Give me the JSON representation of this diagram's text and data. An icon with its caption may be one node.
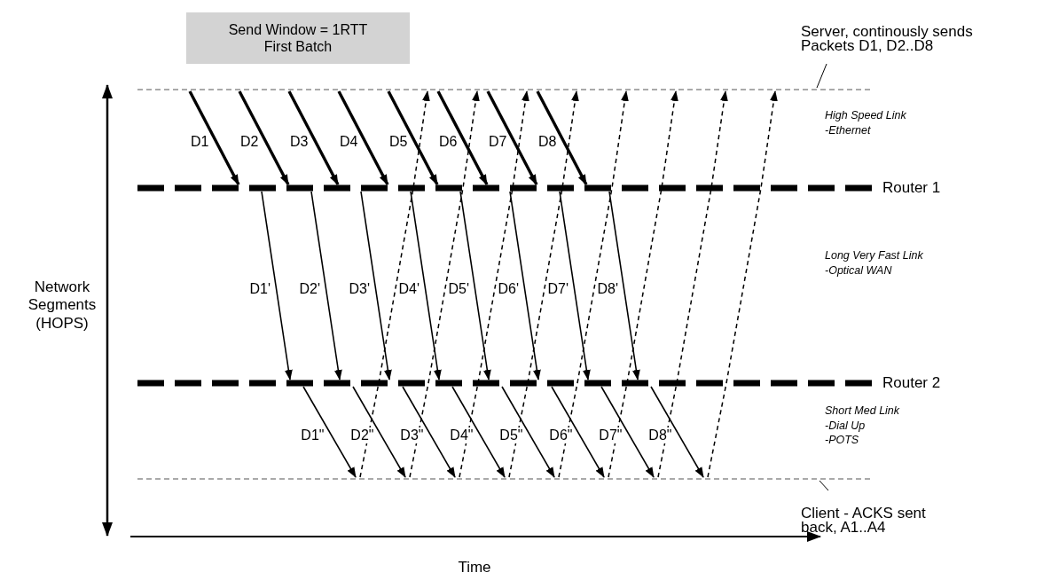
{
  "diagram": {
    "nodes": [
      {
        "text": [
          "Send Window = 1RTT",
          "First Batch"
        ]
      },
      {
        "text": [
          "Server, continously sends Packets D1, D2..D8"
        ]
      },
      {
        "text": [],
        "shape": "bar"
      },
      {
        "text": [],
        "shape": "bar",
        "beside": [
          "Router 1"
        ]
      },
      {
        "text": [],
        "shape": "bar",
        "beside": [
          "Router 2"
        ]
      },
      {
        "text": [],
        "shape": "bar"
      },
      {
        "text": [
          "Client - ACKS sent back, A1..A4"
        ]
      }
    ],
    "edges": [
      {
        "from": 1,
        "to": 2,
        "arrow": "none"
      },
      {
        "from": 6,
        "to": 5,
        "arrow": "none"
      },
      {
        "from": 2,
        "to": 3,
        "arrow": "to",
        "label": "D1",
        "style": "thick"
      },
      {
        "from": 2,
        "to": 3,
        "arrow": "to",
        "label": "D2",
        "style": "thick"
      },
      {
        "from": 2,
        "to": 3,
        "arrow": "to",
        "label": "D3",
        "style": "thick"
      },
      {
        "from": 2,
        "to": 3,
        "arrow": "to",
        "label": "D4",
        "style": "thick"
      },
      {
        "from": 2,
        "to": 3,
        "arrow": "to",
        "label": "D5",
        "style": "thick"
      },
      {
        "from": 2,
        "to": 3,
        "arrow": "to",
        "label": "D6",
        "style": "thick"
      },
      {
        "from": 2,
        "to": 3,
        "arrow": "to",
        "label": "D7",
        "style": "thick"
      },
      {
        "from": 2,
        "to": 3,
        "arrow": "to",
        "label": "D8",
        "style": "thick"
      },
      {
        "from": 3,
        "to": 4,
        "arrow": "to",
        "label": "D1'"
      },
      {
        "from": 3,
        "to": 4,
        "arrow": "to",
        "label": "D2'"
      },
      {
        "from": 3,
        "to": 4,
        "arrow": "to",
        "label": "D3'"
      },
      {
        "from": 3,
        "to": 4,
        "arrow": "to",
        "label": "D4'"
      },
      {
        "from": 3,
        "to": 4,
        "arrow": "to",
        "label": "D5'"
      },
      {
        "from": 3,
        "to": 4,
        "arrow": "to",
        "label": "D6'"
      },
      {
        "from": 3,
        "to": 4,
        "arrow": "to",
        "label": "D7'"
      },
      {
        "from": 3,
        "to": 4,
        "arrow": "to",
        "label": "D8'"
      },
      {
        "from": 4,
        "to": 5,
        "arrow": "to",
        "label": "D1\""
      },
      {
        "from": 4,
        "to": 5,
        "arrow": "to",
        "label": "D2\""
      },
      {
        "from": 4,
        "to": 5,
        "arrow": "to",
        "label": "D3\""
      },
      {
        "from": 4,
        "to": 5,
        "arrow": "to",
        "label": "D4\""
      },
      {
        "from": 4,
        "to": 5,
        "arrow": "to",
        "label": "D5\""
      },
      {
        "from": 4,
        "to": 5,
        "arrow": "to",
        "label": "D6\""
      },
      {
        "from": 4,
        "to": 5,
        "arrow": "to",
        "label": "D7\""
      },
      {
        "from": 4,
        "to": 5,
        "arrow": "to",
        "label": "D8\""
      },
      {
        "from": 5,
        "to": 2,
        "arrow": "to",
        "style": "dashed"
      },
      {
        "from": 5,
        "to": 2,
        "arrow": "to",
        "style": "dashed"
      },
      {
        "from": 5,
        "to": 2,
        "arrow": "to",
        "style": "dashed"
      },
      {
        "from": 5,
        "to": 2,
        "arrow": "to",
        "style": "dashed"
      },
      {
        "from": 5,
        "to": 2,
        "arrow": "to",
        "style": "dashed"
      },
      {
        "from": 5,
        "to": 2,
        "arrow": "to",
        "style": "dashed"
      },
      {
        "from": 5,
        "to": 2,
        "arrow": "to",
        "style": "dashed"
      },
      {
        "from": 5,
        "to": 2,
        "arrow": "to",
        "style": "dashed"
      }
    ],
    "labels": [
      "High Speed Link",
      "-Ethernet",
      "Long Very Fast Link",
      "-Optical WAN",
      "Short Med Link",
      "-Dial Up",
      "-POTS",
      "Network Segments (HOPS)",
      "Time"
    ]
  }
}
